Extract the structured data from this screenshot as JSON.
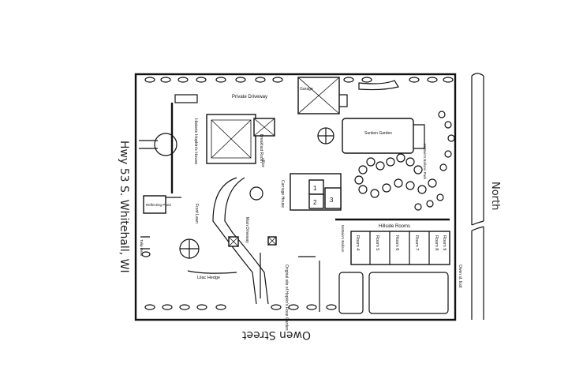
{
  "map": {
    "highway": "Hwy 53 S. Whitehall, WI",
    "street_bottom": "Owen Street",
    "north": "North",
    "owen_exit": "Owen st. Exit",
    "private_driveway": "Private Driveway",
    "garage": "Garage",
    "sunken_garden": "Sunken Garden",
    "historic_house": "Historic Hopkin's House",
    "breakfast_room": "Breakfast Room",
    "office": "office",
    "carriage_house": "Carriage House",
    "rooms_1": "1",
    "rooms_2": "2",
    "rooms_3": "3",
    "hillside_rooms": "Hillside Rooms",
    "room_4": "Room 4",
    "room_5": "Room 5",
    "room_6": "Room 6",
    "room_7": "Room 7",
    "room_8": "Room 8",
    "room_9": "Room 9",
    "main_driveway": "Main Driveway",
    "front_lawn": "Front Lawn",
    "reflecting_pond": "Reflecting Pond",
    "lilac_hedge": "Lilac Hedge",
    "tulip_beds": "Tulip Beds",
    "rose_garden": "Original site of Hopkin's Rose Garden",
    "mcbain_balloon": "McBain's Balloon",
    "mcbain_balloon_2": "McBain's Balloon Park"
  }
}
